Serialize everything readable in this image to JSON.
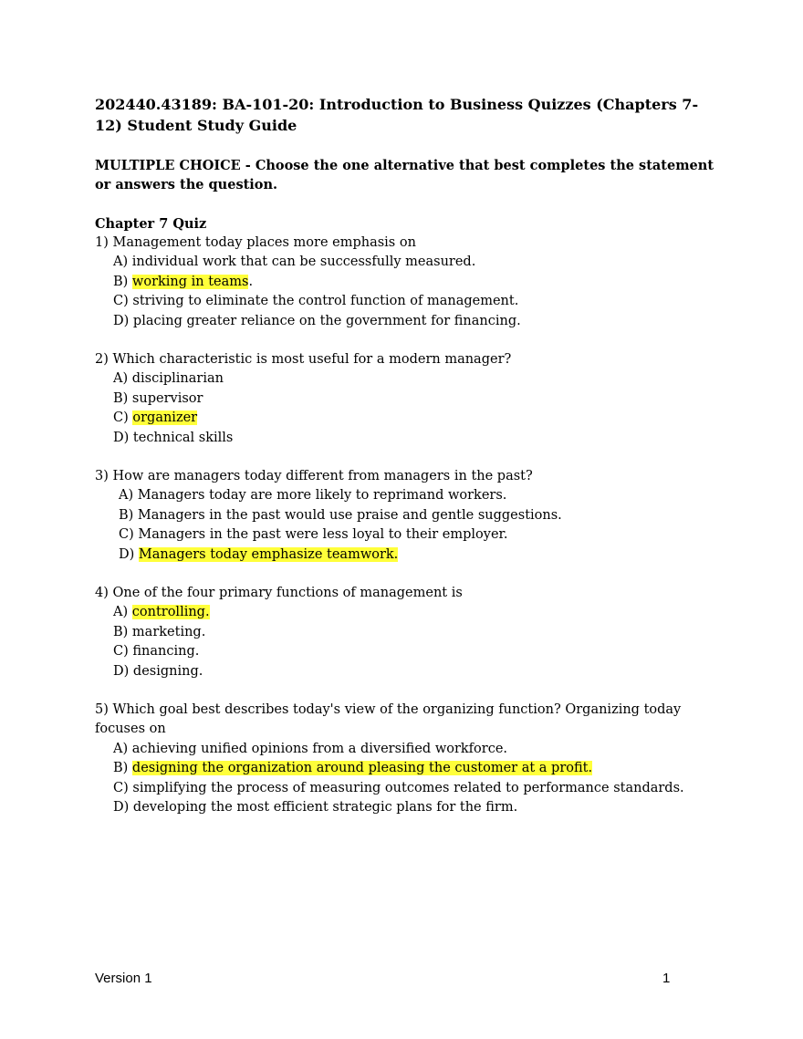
{
  "document": {
    "title": "202440.43189:  BA-101-20:  Introduction to Business Quizzes (Chapters 7-12) Student Study Guide",
    "instructions": "MULTIPLE CHOICE - Choose the one alternative that best completes the statement or answers the question.",
    "chapter": "Chapter 7 Quiz",
    "highlight_color": "#ffff3a"
  },
  "questions": [
    {
      "stem": "1) Management today places more emphasis on",
      "options": [
        {
          "letter": "A)",
          "text": "individual work that can be successfully measured."
        },
        {
          "letter": "B)",
          "text": "working in teams",
          "suffix": "."
        },
        {
          "letter": "C)",
          "text": "striving to eliminate the control function of management."
        },
        {
          "letter": "D)",
          "text": "placing greater reliance on the government for financing."
        }
      ]
    },
    {
      "stem": "2) Which characteristic is most useful for a modern manager?",
      "options": [
        {
          "letter": "A)",
          "text": "disciplinarian"
        },
        {
          "letter": "B)",
          "text": "supervisor"
        },
        {
          "letter": "C)",
          "text": "organizer"
        },
        {
          "letter": "D)",
          "text": "technical skills"
        }
      ]
    },
    {
      "stem": "3) How are managers today different from managers in the past?",
      "options": [
        {
          "letter": "A)",
          "text": "Managers today are more likely to reprimand workers."
        },
        {
          "letter": "B)",
          "text": "Managers in the past would use praise and gentle suggestions."
        },
        {
          "letter": "C)",
          "text": "Managers in the past were less loyal to their employer."
        },
        {
          "letter": "D)",
          "text": "Managers today emphasize teamwork."
        }
      ]
    },
    {
      "stem": "4) One of the four primary functions of management is",
      "options": [
        {
          "letter": "A)",
          "text": "controlling."
        },
        {
          "letter": "B)",
          "text": "marketing."
        },
        {
          "letter": "C)",
          "text": "financing."
        },
        {
          "letter": "D)",
          "text": "designing."
        }
      ]
    },
    {
      "stem": "5) Which goal best describes today's view of the organizing function? Organizing today focuses on",
      "options": [
        {
          "letter": "A)",
          "text": "achieving unified opinions from a diversified workforce."
        },
        {
          "letter": "B)",
          "text": "designing the organization around pleasing the customer at a profit."
        },
        {
          "letter": "C)",
          "text": "simplifying the process of measuring outcomes related to performance standards."
        },
        {
          "letter": "D)",
          "text": "developing the most efficient strategic plans for the firm."
        }
      ]
    }
  ],
  "footer": {
    "version": "Version 1",
    "page_number": "1"
  }
}
